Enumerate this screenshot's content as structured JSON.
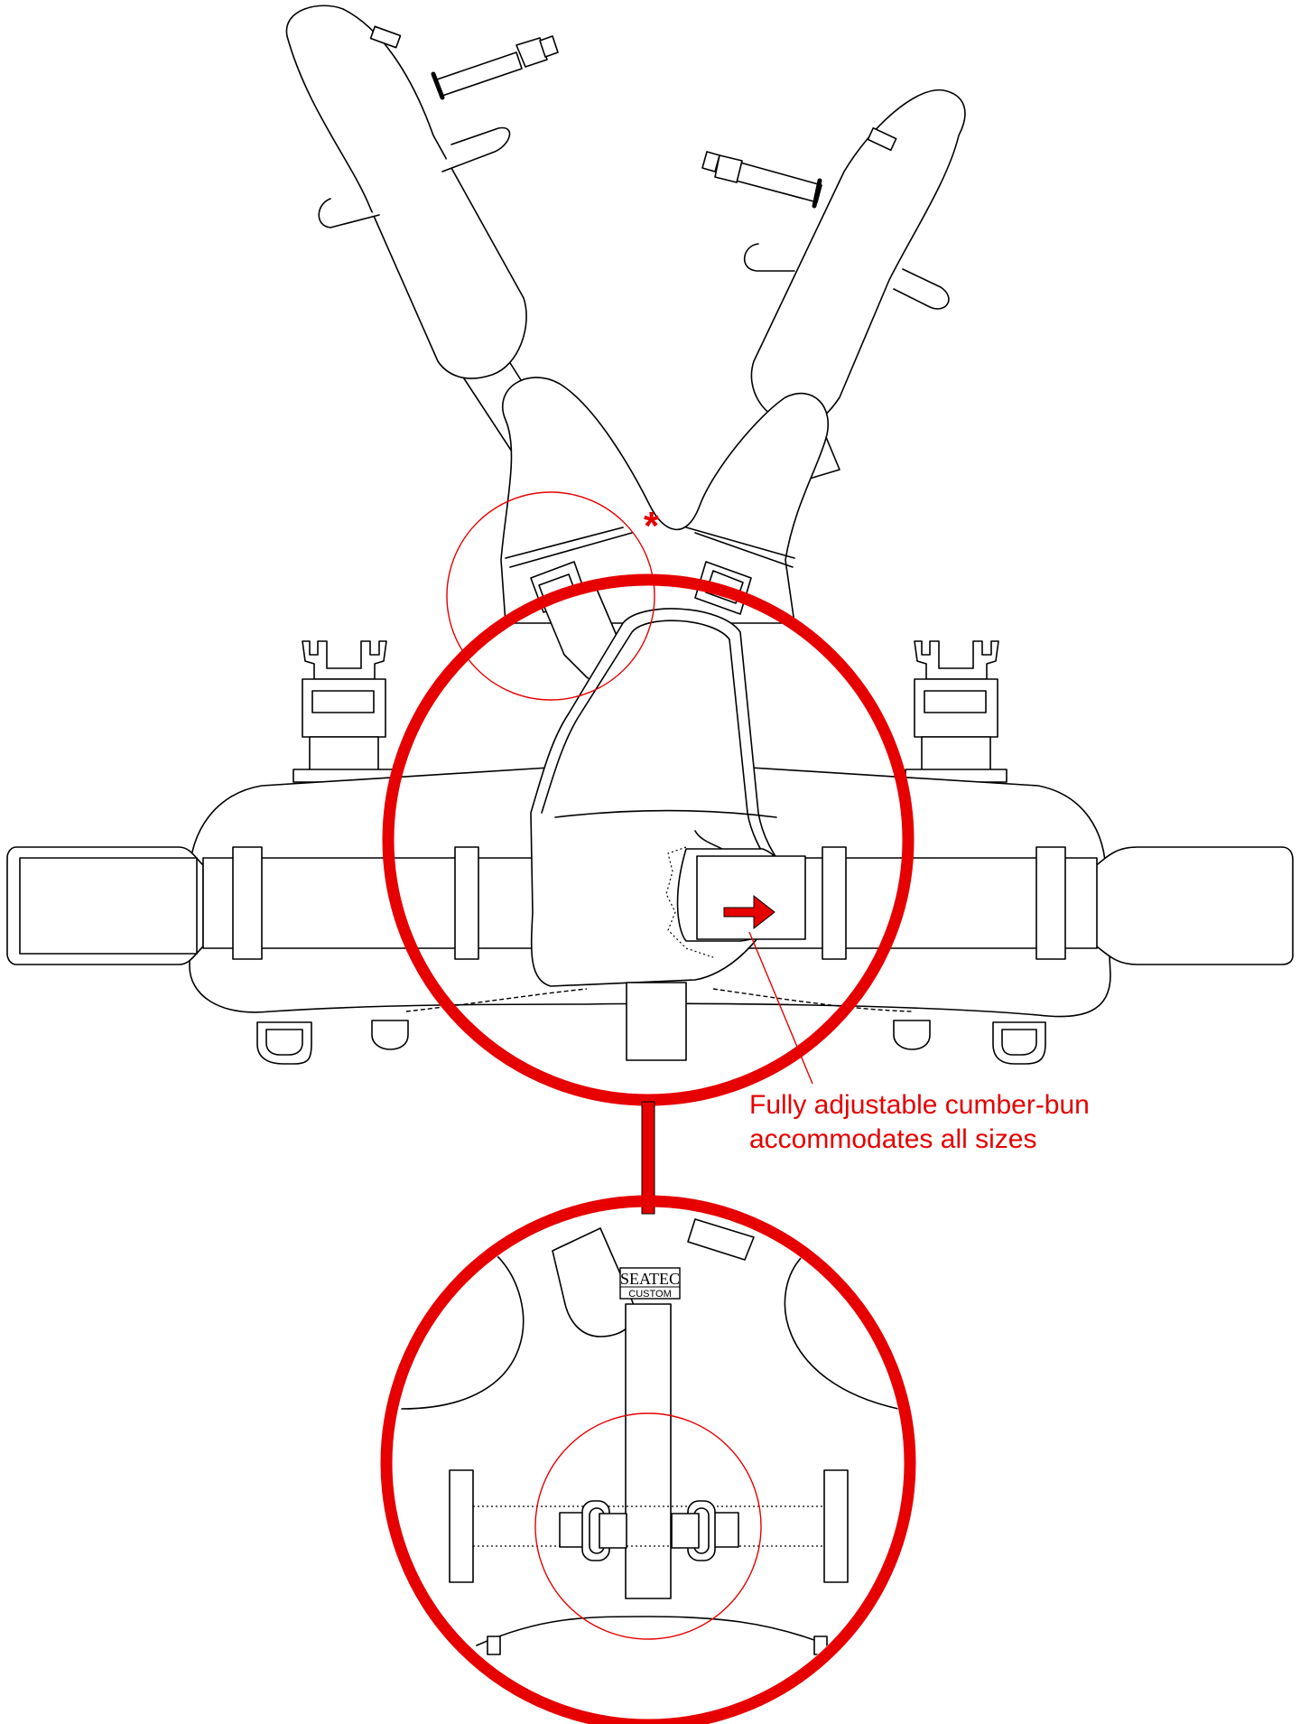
{
  "annotation": {
    "line1": "Fully adjustable cumber-bun",
    "line2": "accommodates all sizes"
  },
  "marker": {
    "symbol": "*"
  },
  "label": {
    "line1": "SEATEC",
    "line2": "CUSTOM"
  },
  "colors": {
    "accent": "#e60000",
    "line": "#000000",
    "background": "#ffffff"
  }
}
